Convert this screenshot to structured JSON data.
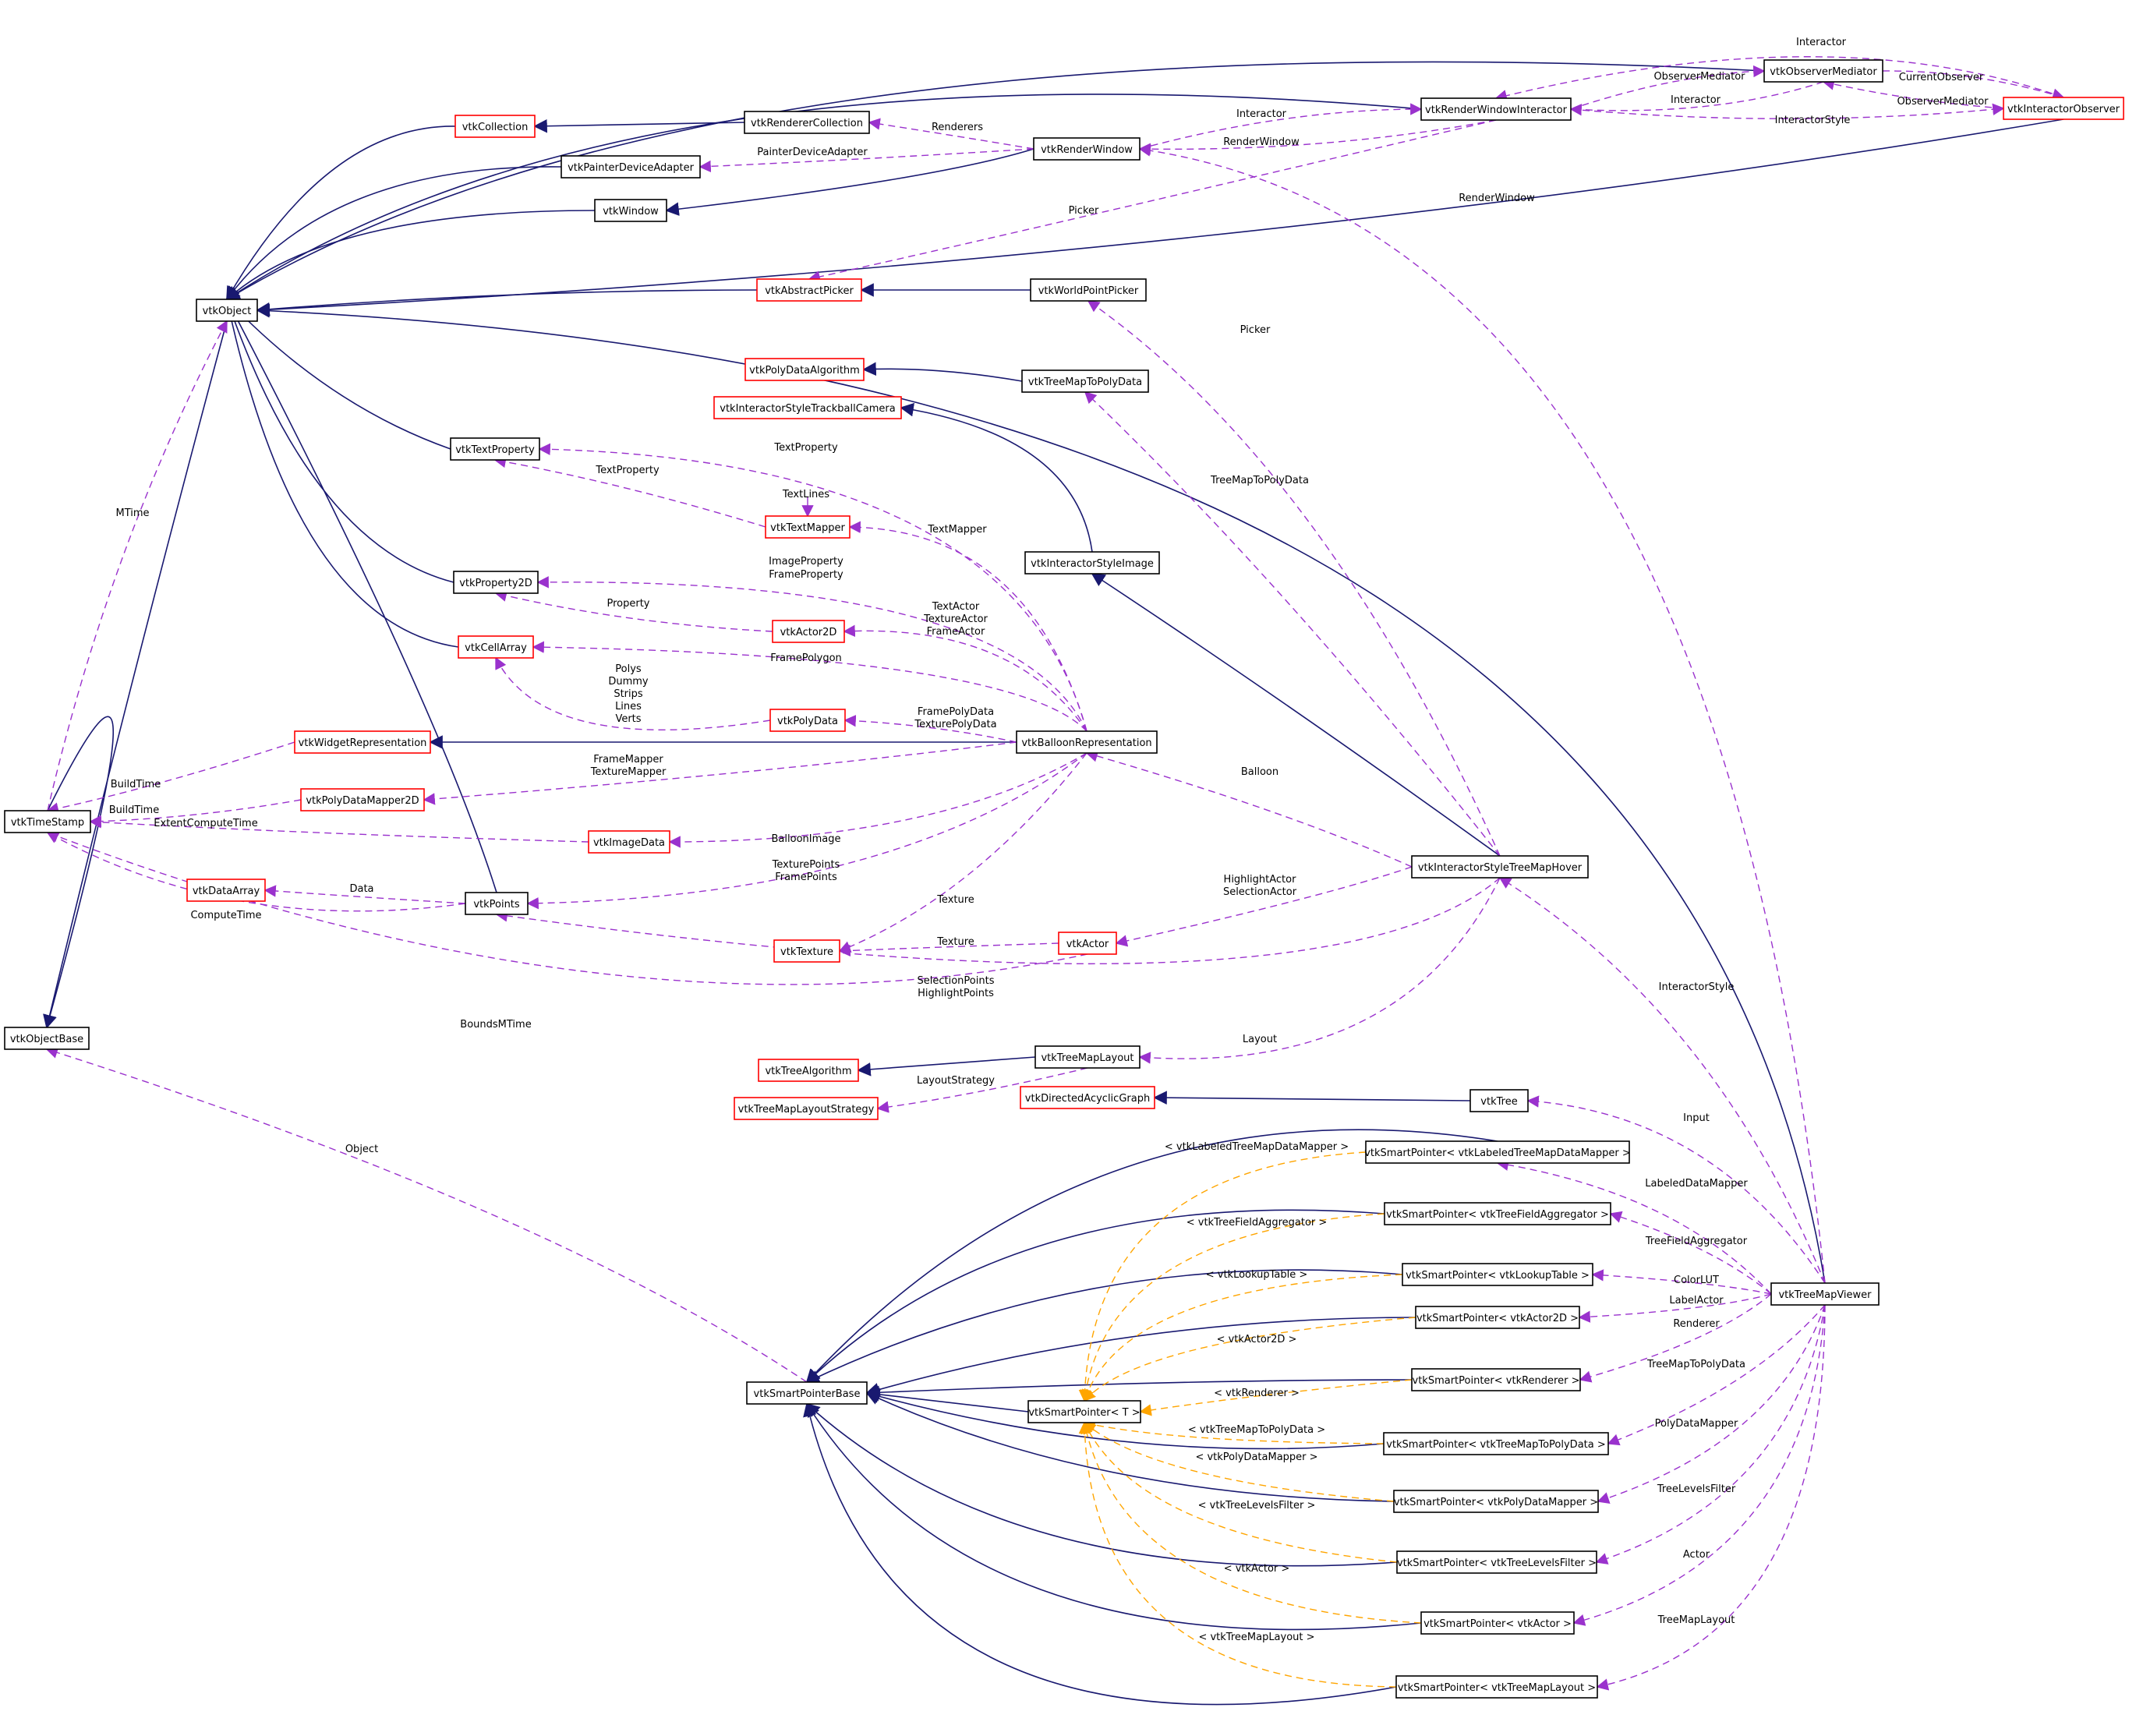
{
  "colors": {
    "inheritance": "#191970",
    "usage": "#9a32cd",
    "template": "#ffa500",
    "border_documented": "#000000",
    "border_undocumented": "#ff0000",
    "highlight_fill": "#bfbfbf"
  },
  "nodes": [
    {
      "id": "vtkObject",
      "label": "vtkObject",
      "style": "documented"
    },
    {
      "id": "vtkTimeStamp",
      "label": "vtkTimeStamp",
      "style": "documented"
    },
    {
      "id": "vtkObjectBase",
      "label": "vtkObjectBase",
      "style": "documented"
    },
    {
      "id": "vtkCollection",
      "label": "vtkCollection",
      "style": "undocumented"
    },
    {
      "id": "vtkRendererCollection",
      "label": "vtkRendererCollection",
      "style": "documented"
    },
    {
      "id": "vtkPainterDeviceAdapter",
      "label": "vtkPainterDeviceAdapter",
      "style": "documented"
    },
    {
      "id": "vtkWindow",
      "label": "vtkWindow",
      "style": "documented"
    },
    {
      "id": "vtkRenderWindow",
      "label": "vtkRenderWindow",
      "style": "documented"
    },
    {
      "id": "vtkRenderWindowInteractor",
      "label": "vtkRenderWindowInteractor",
      "style": "documented"
    },
    {
      "id": "vtkObserverMediator",
      "label": "vtkObserverMediator",
      "style": "documented"
    },
    {
      "id": "vtkInteractorObserver",
      "label": "vtkInteractorObserver",
      "style": "undocumented"
    },
    {
      "id": "vtkAbstractPicker",
      "label": "vtkAbstractPicker",
      "style": "undocumented"
    },
    {
      "id": "vtkWorldPointPicker",
      "label": "vtkWorldPointPicker",
      "style": "documented"
    },
    {
      "id": "vtkPolyDataAlgorithm",
      "label": "vtkPolyDataAlgorithm",
      "style": "undocumented"
    },
    {
      "id": "vtkTreeMapToPolyData",
      "label": "vtkTreeMapToPolyData",
      "style": "documented"
    },
    {
      "id": "vtkInteractorStyleTrackballCamera",
      "label": "vtkInteractorStyleTrackballCamera",
      "style": "undocumented"
    },
    {
      "id": "vtkTextProperty",
      "label": "vtkTextProperty",
      "style": "documented"
    },
    {
      "id": "vtkTextMapper",
      "label": "vtkTextMapper",
      "style": "undocumented"
    },
    {
      "id": "vtkInteractorStyleImage",
      "label": "vtkInteractorStyleImage",
      "style": "documented"
    },
    {
      "id": "vtkProperty2D",
      "label": "vtkProperty2D",
      "style": "documented"
    },
    {
      "id": "vtkActor2D",
      "label": "vtkActor2D",
      "style": "undocumented"
    },
    {
      "id": "vtkCellArray",
      "label": "vtkCellArray",
      "style": "undocumented"
    },
    {
      "id": "vtkPolyData",
      "label": "vtkPolyData",
      "style": "undocumented"
    },
    {
      "id": "vtkWidgetRepresentation",
      "label": "vtkWidgetRepresentation",
      "style": "undocumented"
    },
    {
      "id": "vtkBalloonRepresentation",
      "label": "vtkBalloonRepresentation",
      "style": "documented"
    },
    {
      "id": "vtkPolyDataMapper2D",
      "label": "vtkPolyDataMapper2D",
      "style": "undocumented"
    },
    {
      "id": "vtkImageData",
      "label": "vtkImageData",
      "style": "undocumented"
    },
    {
      "id": "vtkInteractorStyleTreeMapHover",
      "label": "vtkInteractorStyleTreeMapHover",
      "style": "documented"
    },
    {
      "id": "vtkDataArray",
      "label": "vtkDataArray",
      "style": "undocumented"
    },
    {
      "id": "vtkPoints",
      "label": "vtkPoints",
      "style": "documented"
    },
    {
      "id": "vtkTexture",
      "label": "vtkTexture",
      "style": "undocumented"
    },
    {
      "id": "vtkActor",
      "label": "vtkActor",
      "style": "undocumented"
    },
    {
      "id": "vtkTreeAlgorithm",
      "label": "vtkTreeAlgorithm",
      "style": "undocumented"
    },
    {
      "id": "vtkTreeMapLayout",
      "label": "vtkTreeMapLayout",
      "style": "documented"
    },
    {
      "id": "vtkTreeMapLayoutStrategy",
      "label": "vtkTreeMapLayoutStrategy",
      "style": "undocumented"
    },
    {
      "id": "vtkDirectedAcyclicGraph",
      "label": "vtkDirectedAcyclicGraph",
      "style": "undocumented"
    },
    {
      "id": "vtkTree",
      "label": "vtkTree",
      "style": "documented"
    },
    {
      "id": "spLabeled",
      "label": "vtkSmartPointer< vtkLabeledTreeMapDataMapper >",
      "style": "documented"
    },
    {
      "id": "spField",
      "label": "vtkSmartPointer< vtkTreeFieldAggregator >",
      "style": "documented"
    },
    {
      "id": "spLookup",
      "label": "vtkSmartPointer< vtkLookupTable >",
      "style": "documented"
    },
    {
      "id": "spActor2D",
      "label": "vtkSmartPointer< vtkActor2D >",
      "style": "documented"
    },
    {
      "id": "spRenderer",
      "label": "vtkSmartPointer< vtkRenderer >",
      "style": "documented"
    },
    {
      "id": "spTreeMapToPoly",
      "label": "vtkSmartPointer< vtkTreeMapToPolyData >",
      "style": "documented"
    },
    {
      "id": "spPolyMapper",
      "label": "vtkSmartPointer< vtkPolyDataMapper >",
      "style": "documented"
    },
    {
      "id": "spLevels",
      "label": "vtkSmartPointer< vtkTreeLevelsFilter >",
      "style": "documented"
    },
    {
      "id": "spActor",
      "label": "vtkSmartPointer< vtkActor >",
      "style": "documented"
    },
    {
      "id": "spLayout",
      "label": "vtkSmartPointer< vtkTreeMapLayout >",
      "style": "documented"
    },
    {
      "id": "vtkSmartPointerBase",
      "label": "vtkSmartPointerBase",
      "style": "documented"
    },
    {
      "id": "spT",
      "label": "vtkSmartPointer< T >",
      "style": "documented"
    },
    {
      "id": "vtkTreeMapViewer",
      "label": "vtkTreeMapViewer",
      "style": "highlight"
    }
  ],
  "labels": [
    "Interactor",
    "ObserverMediator",
    "CurrentObserver",
    "Interactor",
    "ObserverMediator",
    "InteractorStyle",
    "Interactor",
    "RenderWindow",
    "Renderers",
    "PainterDeviceAdapter",
    "Picker",
    "RenderWindow",
    "Picker",
    "MTime",
    "TextProperty",
    "TextProperty",
    "TextLines",
    "TextMapper",
    "ImageProperty",
    "FrameProperty",
    "Property",
    "TextActor",
    "TextureActor",
    "FrameActor",
    "FramePolygon",
    "Polys",
    "Dummy",
    "Strips",
    "Lines",
    "Verts",
    "FramePolyData",
    "TexturePolyData",
    "FrameMapper",
    "TextureMapper",
    "BuildTime",
    "BuildTime",
    "ExtentComputeTime",
    "BalloonImage",
    "TexturePoints",
    "FramePoints",
    "TreeMapToPolyData",
    "Balloon",
    "Data",
    "ComputeTime",
    "Texture",
    "Texture",
    "HighlightActor",
    "SelectionActor",
    "SelectionPoints",
    "HighlightPoints",
    "BoundsMTime",
    "Layout",
    "LayoutStrategy",
    "InteractorStyle",
    "Object",
    "Input",
    "LabeledDataMapper",
    "TreeFieldAggregator",
    "ColorLUT",
    "LabelActor",
    "Renderer",
    "TreeMapToPolyData",
    "PolyDataMapper",
    "TreeLevelsFilter",
    "Actor",
    "TreeMapLayout",
    "< vtkLabeledTreeMapDataMapper >",
    "< vtkTreeFieldAggregator >",
    "< vtkLookupTable >",
    "< vtkActor2D >",
    "< vtkRenderer >",
    "< vtkTreeMapToPolyData >",
    "< vtkPolyDataMapper >",
    "< vtkTreeLevelsFilter >",
    "< vtkActor >",
    "< vtkTreeMapLayout >"
  ]
}
